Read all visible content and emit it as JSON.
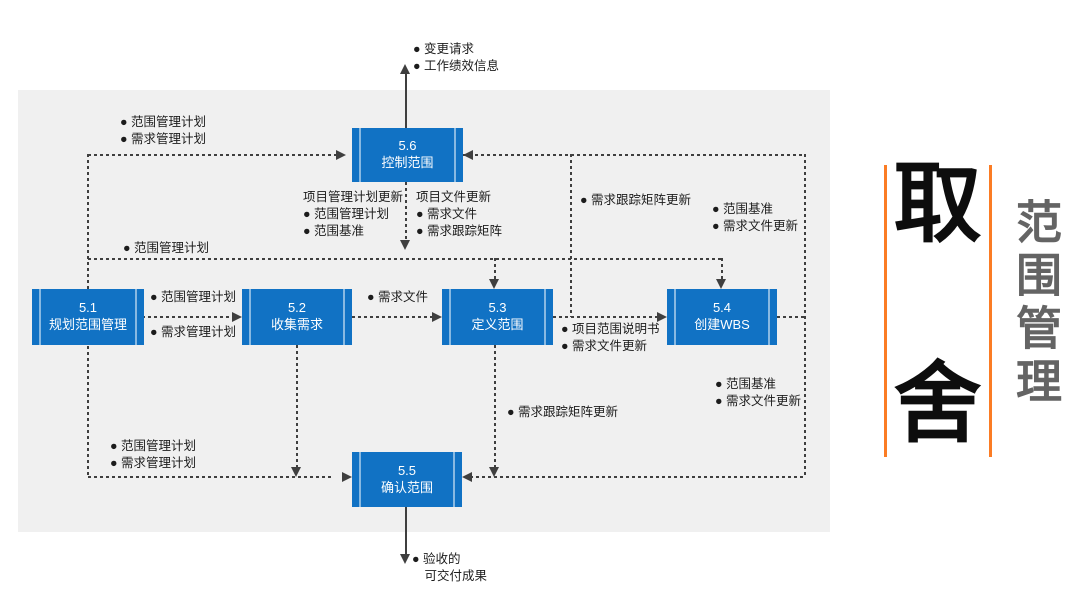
{
  "colors": {
    "process_box_blue": "#1172C4",
    "box_stripe": "rgba(255,255,255,0.5)",
    "flow_line": "#3F3F3F",
    "background_panel": "#F0F0F0",
    "accent_orange": "#FB7C24",
    "side_title_gray": "#646464",
    "big_char_black": "#0D0D0D"
  },
  "processes": {
    "p51": {
      "id": "5.1",
      "name": "规划范围管理"
    },
    "p52": {
      "id": "5.2",
      "name": "收集需求"
    },
    "p53": {
      "id": "5.3",
      "name": "定义范围"
    },
    "p54": {
      "id": "5.4",
      "name": "创建WBS"
    },
    "p55": {
      "id": "5.5",
      "name": "确认范围"
    },
    "p56": {
      "id": "5.6",
      "name": "控制范围"
    }
  },
  "labels": {
    "change_requests": [
      "● 变更请求",
      "● 工作绩效信息"
    ],
    "plans_top_left": [
      "● 范围管理计划",
      "● 需求管理计划"
    ],
    "pm_plan_updates": [
      "项目管理计划更新",
      "● 范围管理计划",
      "● 范围基准"
    ],
    "project_doc_updates": [
      "项目文件更新",
      "● 需求文件",
      "● 需求跟踪矩阵"
    ],
    "scope_mgmt_plan": [
      "● 范围管理计划"
    ],
    "rtm_update_top": [
      "● 需求跟踪矩阵更新"
    ],
    "baseline_top": [
      "● 范围基准",
      "● 需求文件更新"
    ],
    "plan_51_52_above": [
      "● 范围管理计划"
    ],
    "plan_51_52_below": [
      "● 需求管理计划"
    ],
    "req_docs": [
      "● 需求文件"
    ],
    "scope_statement": [
      "● 项目范围说明书",
      "● 需求文件更新"
    ],
    "baseline_bottom": [
      "● 范围基准",
      "● 需求文件更新"
    ],
    "rtm_update_bottom": [
      "● 需求跟踪矩阵更新"
    ],
    "plans_bottom_left": [
      "● 范围管理计划",
      "● 需求管理计划"
    ],
    "accepted_deliverables": [
      "● 验收的",
      "　可交付成果"
    ]
  },
  "side_panel": {
    "big_top": "取",
    "big_bottom": "舍",
    "vertical_title": "范围管理"
  }
}
